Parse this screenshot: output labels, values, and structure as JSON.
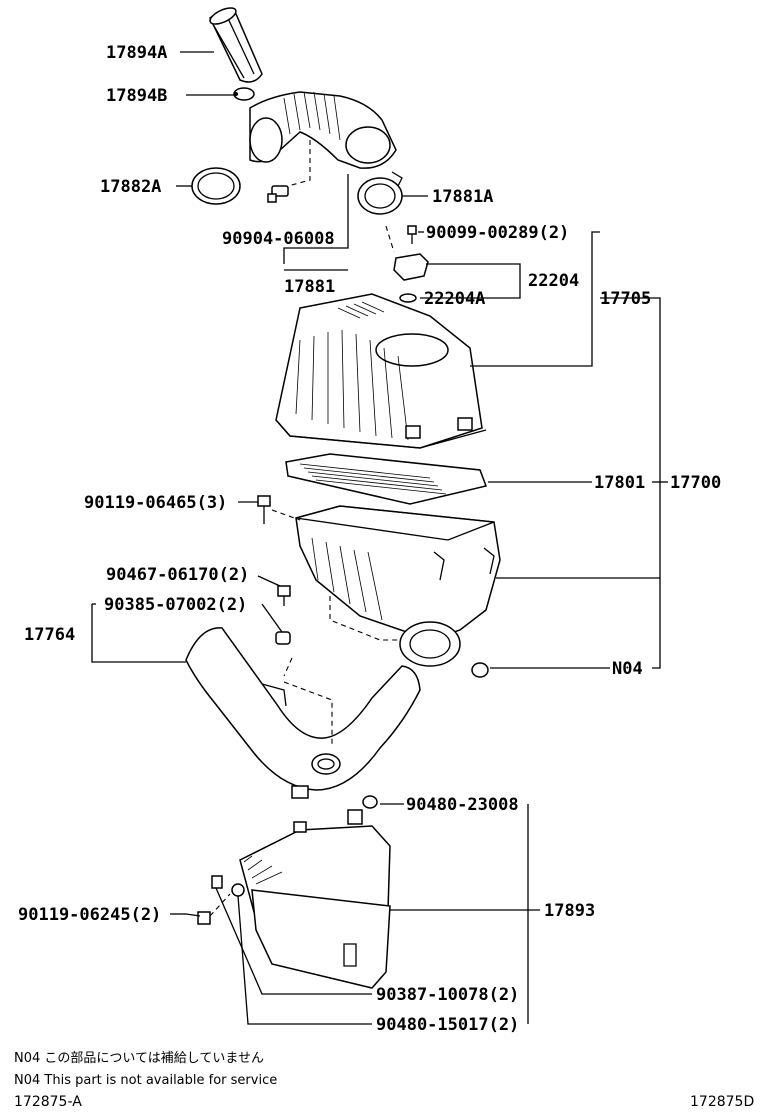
{
  "diagram": {
    "parts": {
      "p17894A": "17894A",
      "p17894B": "17894B",
      "p17882A": "17882A",
      "p17881A": "17881A",
      "p90904_06008": "90904-06008",
      "p90099_00289": "90099-00289(2)",
      "p17881": "17881",
      "p22204": "22204",
      "p22204A": "22204A",
      "p17705": "17705",
      "p17801": "17801",
      "p17700": "17700",
      "p90119_06465": "90119-06465(3)",
      "p90467_06170": "90467-06170(2)",
      "p90385_07002": "90385-07002(2)",
      "p17764": "17764",
      "pN04": "N04",
      "p90480_23008": "90480-23008",
      "p17893": "17893",
      "p90119_06245": "90119-06245(2)",
      "p90387_10078": "90387-10078(2)",
      "p90480_15017": "90480-15017(2)"
    },
    "notes": {
      "jp": "N04 この部品については補給していません",
      "en": "N04  This part is not available for service"
    },
    "ref_left": "172875-A",
    "ref_right": "172875D"
  }
}
